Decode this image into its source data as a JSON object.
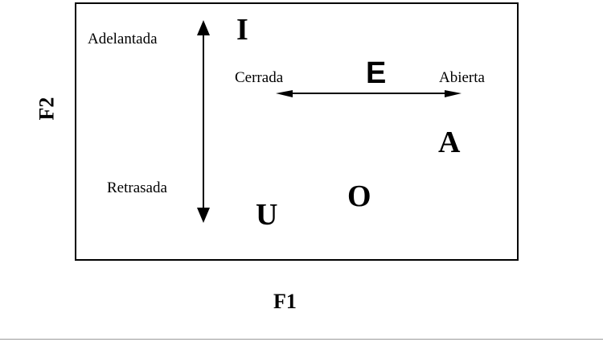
{
  "diagram": {
    "vowels": {
      "i": "I",
      "e": "E",
      "a": "A",
      "o": "O",
      "u": "U"
    },
    "labels": {
      "front": "Adelantada",
      "back": "Retrasada",
      "closed": "Cerrada",
      "open": "Abierta"
    },
    "axes": {
      "x": "F1",
      "y": "F2"
    }
  }
}
